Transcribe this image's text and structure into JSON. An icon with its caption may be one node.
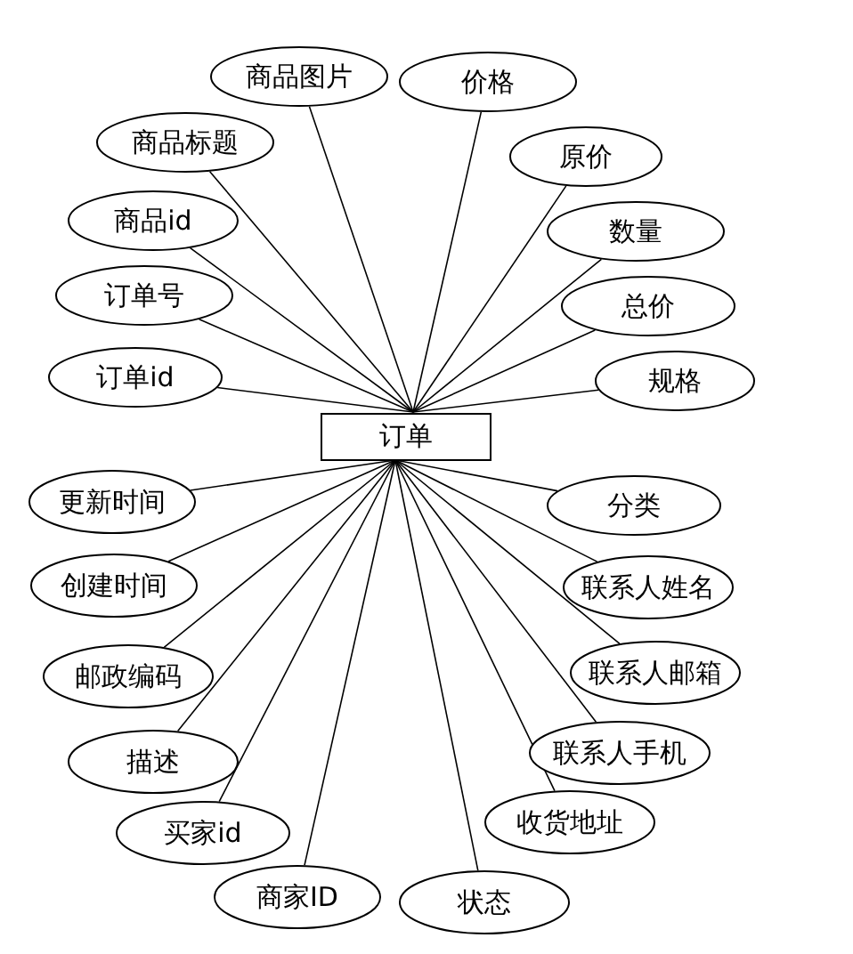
{
  "diagram": {
    "nodes": [
      {
        "text": [
          "订单"
        ]
      },
      {
        "text": [
          "商品图片"
        ]
      },
      {
        "text": [
          "价格"
        ]
      },
      {
        "text": [
          "商品标题"
        ]
      },
      {
        "text": [
          "原价"
        ]
      },
      {
        "text": [
          "商品id"
        ]
      },
      {
        "text": [
          "数量"
        ]
      },
      {
        "text": [
          "订单号"
        ]
      },
      {
        "text": [
          "总价"
        ]
      },
      {
        "text": [
          "订单id"
        ]
      },
      {
        "text": [
          "规格"
        ]
      },
      {
        "text": [
          "更新时间"
        ]
      },
      {
        "text": [
          "分类"
        ]
      },
      {
        "text": [
          "创建时间"
        ]
      },
      {
        "text": [
          "联系人姓名"
        ]
      },
      {
        "text": [
          "邮政编码"
        ]
      },
      {
        "text": [
          "联系人邮箱"
        ]
      },
      {
        "text": [
          "描述"
        ]
      },
      {
        "text": [
          "联系人手机"
        ]
      },
      {
        "text": [
          "买家id"
        ]
      },
      {
        "text": [
          "收货地址"
        ]
      },
      {
        "text": [
          "商家ID"
        ]
      },
      {
        "text": [
          "状态"
        ]
      }
    ],
    "edges": [
      {
        "from": 0,
        "to": 1,
        "arrow": "none"
      },
      {
        "from": 0,
        "to": 2,
        "arrow": "none"
      },
      {
        "from": 0,
        "to": 3,
        "arrow": "none"
      },
      {
        "from": 0,
        "to": 4,
        "arrow": "none"
      },
      {
        "from": 0,
        "to": 5,
        "arrow": "none"
      },
      {
        "from": 0,
        "to": 6,
        "arrow": "none"
      },
      {
        "from": 0,
        "to": 7,
        "arrow": "none"
      },
      {
        "from": 0,
        "to": 8,
        "arrow": "none"
      },
      {
        "from": 0,
        "to": 9,
        "arrow": "none"
      },
      {
        "from": 0,
        "to": 10,
        "arrow": "none"
      },
      {
        "from": 0,
        "to": 11,
        "arrow": "none"
      },
      {
        "from": 0,
        "to": 12,
        "arrow": "none"
      },
      {
        "from": 0,
        "to": 13,
        "arrow": "none"
      },
      {
        "from": 0,
        "to": 14,
        "arrow": "none"
      },
      {
        "from": 0,
        "to": 15,
        "arrow": "none"
      },
      {
        "from": 0,
        "to": 16,
        "arrow": "none"
      },
      {
        "from": 0,
        "to": 17,
        "arrow": "none"
      },
      {
        "from": 0,
        "to": 18,
        "arrow": "none"
      },
      {
        "from": 0,
        "to": 19,
        "arrow": "none"
      },
      {
        "from": 0,
        "to": 20,
        "arrow": "none"
      },
      {
        "from": 0,
        "to": 21,
        "arrow": "none"
      },
      {
        "from": 0,
        "to": 22,
        "arrow": "none"
      }
    ]
  }
}
